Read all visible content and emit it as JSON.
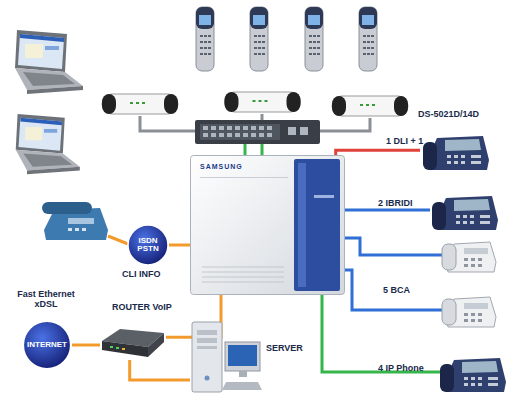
{
  "diagram": {
    "nodes": [
      {
        "text": [
          "DS-5021D/14D"
        ]
      },
      {
        "text": [
          "SAMSUNG"
        ]
      },
      {
        "text": [
          "ISDN PSTN"
        ]
      },
      {
        "text": [
          "Fast Ethernet xDSL",
          "INTERNET"
        ]
      },
      {
        "text": [
          "ROUTER VoIP"
        ]
      },
      {
        "text": [
          "SERVER"
        ]
      }
    ],
    "edges": [
      {
        "from": 0,
        "to": 1,
        "arrow": "none",
        "label": "1 DLI + 1"
      },
      {
        "from": 2,
        "to": 1,
        "arrow": "none",
        "label": "CLI INFO"
      },
      {
        "from": 3,
        "to": 4,
        "arrow": "none"
      },
      {
        "from": 4,
        "to": 1,
        "arrow": "none"
      },
      {
        "from": 4,
        "to": 5,
        "arrow": "none"
      }
    ],
    "labels": [
      "2 IBRIDI",
      "5 BCA",
      "4 IP Phone"
    ]
  }
}
